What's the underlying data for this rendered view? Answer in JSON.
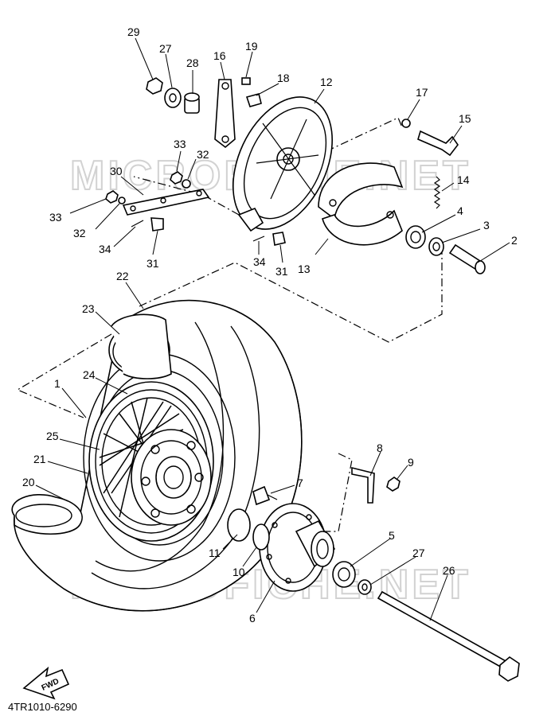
{
  "diagram": {
    "drawing_code": "4TR1010-6290",
    "watermark": "MICROFICHE.NET",
    "fwd_label": "FWD",
    "callouts": [
      {
        "id": "c1",
        "text": "1"
      },
      {
        "id": "c2",
        "text": "2"
      },
      {
        "id": "c3",
        "text": "3"
      },
      {
        "id": "c4",
        "text": "4"
      },
      {
        "id": "c5",
        "text": "5"
      },
      {
        "id": "c6",
        "text": "6"
      },
      {
        "id": "c7",
        "text": "7"
      },
      {
        "id": "c8",
        "text": "8"
      },
      {
        "id": "c9",
        "text": "9"
      },
      {
        "id": "c10",
        "text": "10"
      },
      {
        "id": "c11",
        "text": "11"
      },
      {
        "id": "c12",
        "text": "12"
      },
      {
        "id": "c13",
        "text": "13"
      },
      {
        "id": "c14",
        "text": "14"
      },
      {
        "id": "c15",
        "text": "15"
      },
      {
        "id": "c16",
        "text": "16"
      },
      {
        "id": "c17",
        "text": "17"
      },
      {
        "id": "c18",
        "text": "18"
      },
      {
        "id": "c19",
        "text": "19"
      },
      {
        "id": "c20",
        "text": "20"
      },
      {
        "id": "c21",
        "text": "21"
      },
      {
        "id": "c22",
        "text": "22"
      },
      {
        "id": "c23",
        "text": "23"
      },
      {
        "id": "c24",
        "text": "24"
      },
      {
        "id": "c25",
        "text": "25"
      },
      {
        "id": "c26",
        "text": "26"
      },
      {
        "id": "c27a",
        "text": "27"
      },
      {
        "id": "c27b",
        "text": "27"
      },
      {
        "id": "c28",
        "text": "28"
      },
      {
        "id": "c29",
        "text": "29"
      },
      {
        "id": "c30",
        "text": "30"
      },
      {
        "id": "c31a",
        "text": "31"
      },
      {
        "id": "c31b",
        "text": "31"
      },
      {
        "id": "c32a",
        "text": "32"
      },
      {
        "id": "c32b",
        "text": "32"
      },
      {
        "id": "c33a",
        "text": "33"
      },
      {
        "id": "c33b",
        "text": "33"
      },
      {
        "id": "c34a",
        "text": "34"
      },
      {
        "id": "c34b",
        "text": "34"
      }
    ]
  }
}
